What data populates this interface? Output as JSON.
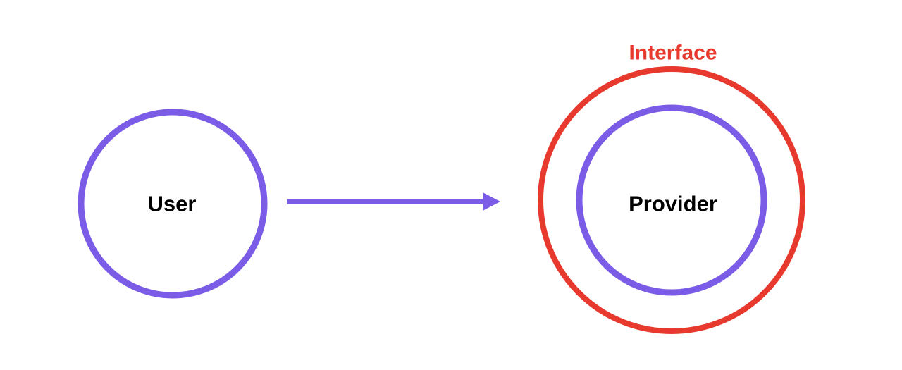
{
  "diagram": {
    "user_label": "User",
    "provider_label": "Provider",
    "interface_label": "Interface"
  },
  "colors": {
    "node_stroke": "#7b5ce6",
    "arrow": "#7b5ce6",
    "interface_stroke": "#e8392e",
    "interface_text": "#e8392e",
    "text": "#000000",
    "background": "#ffffff"
  }
}
